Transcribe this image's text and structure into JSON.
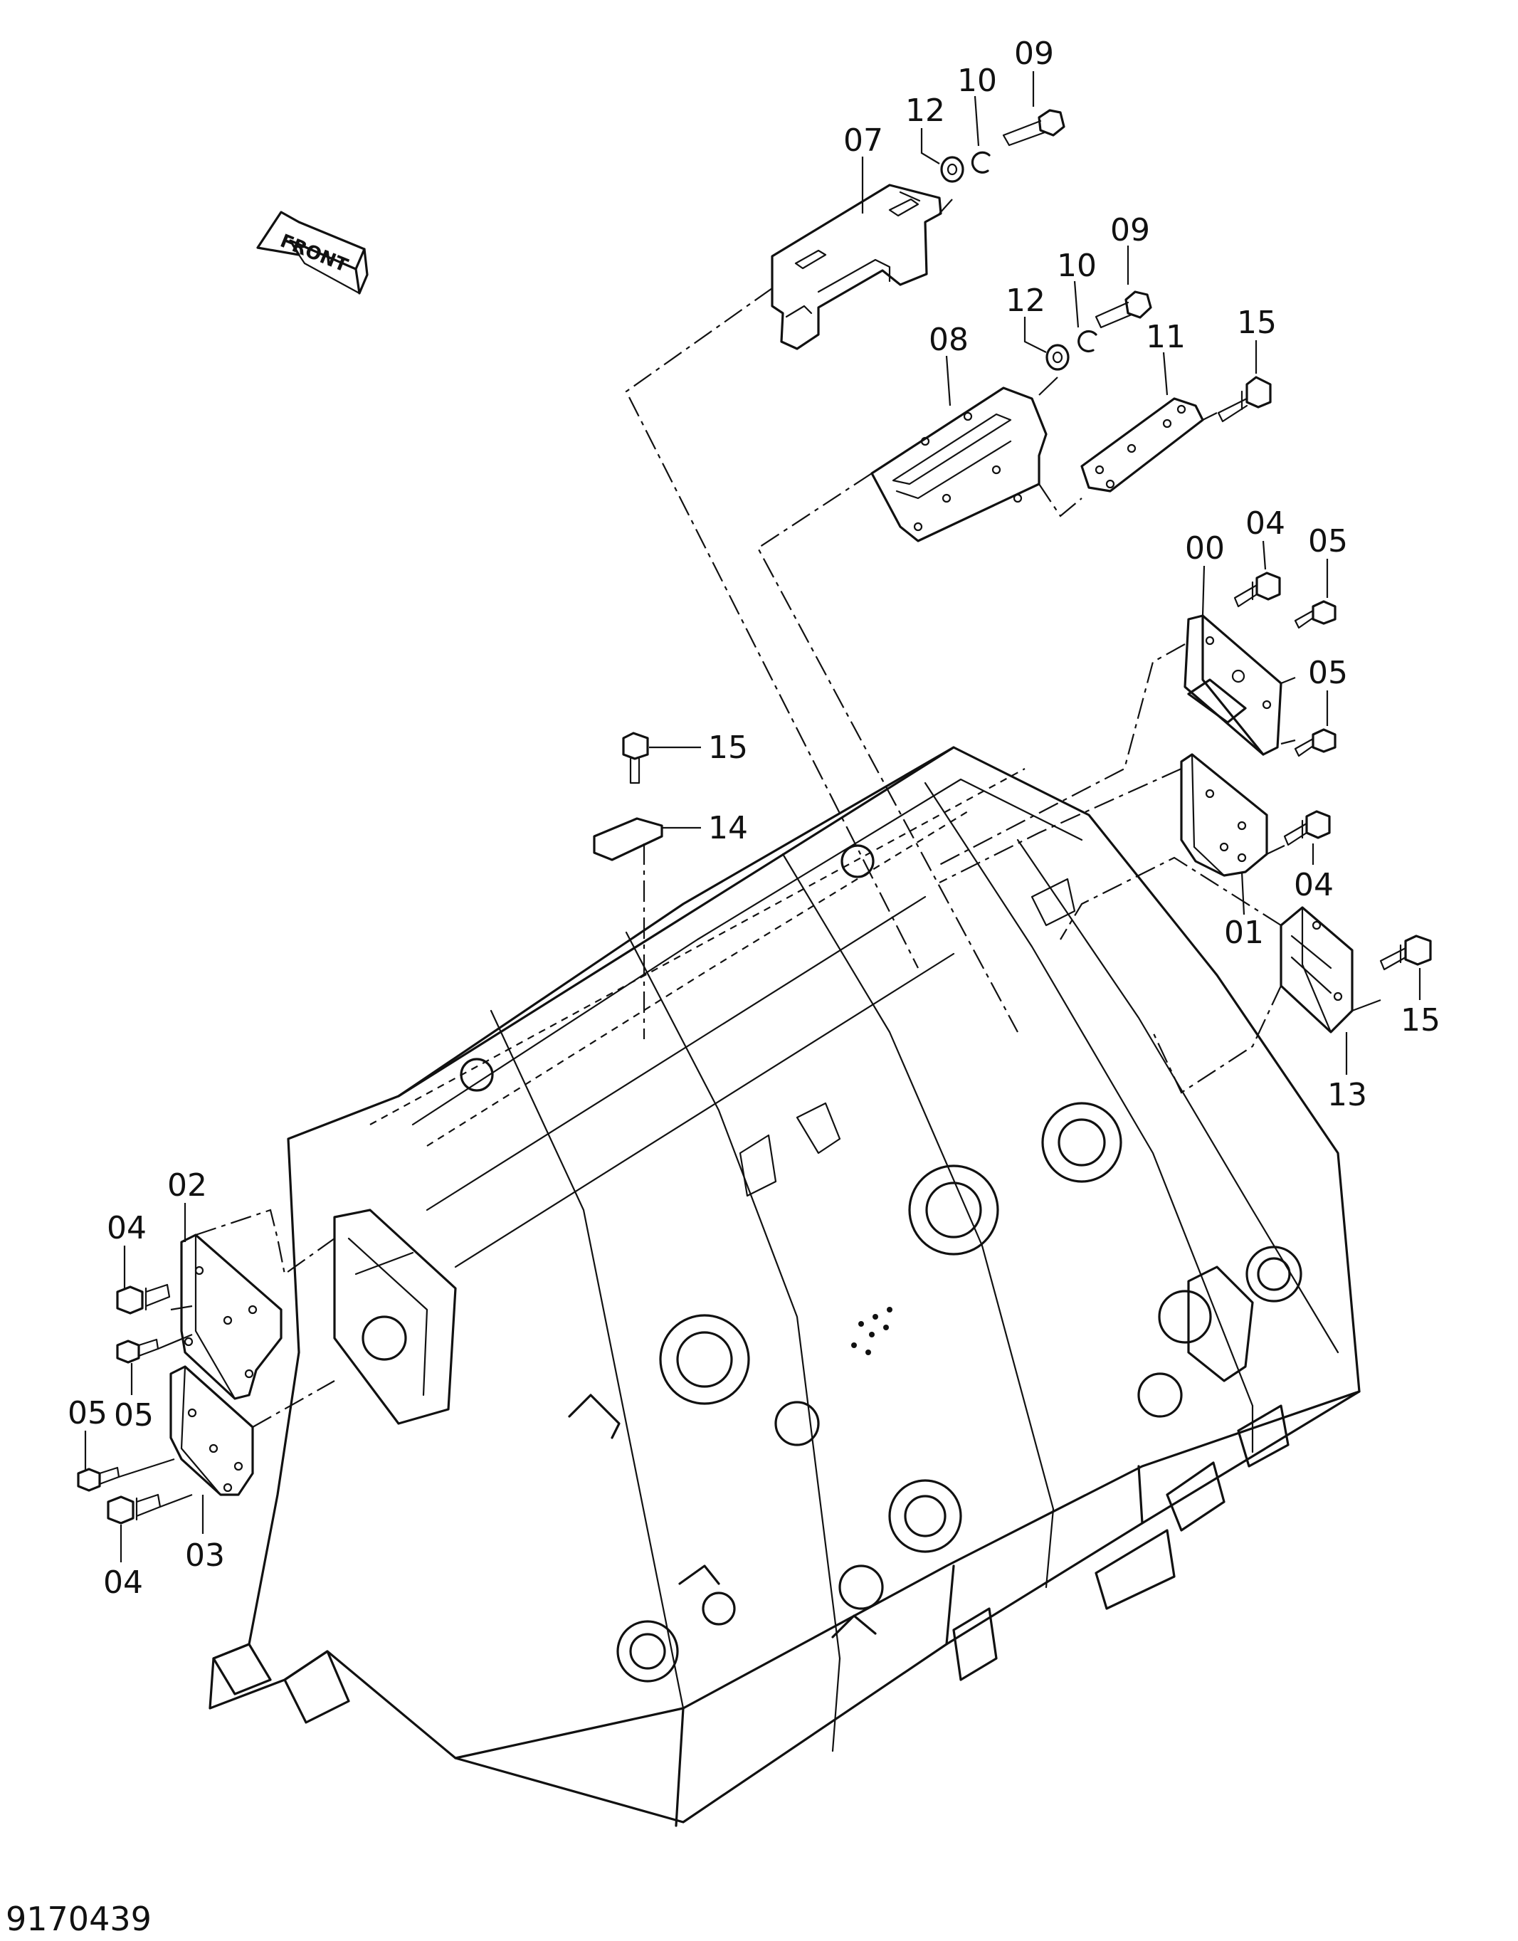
{
  "figure_number": "9170439",
  "front_label": "FRONT",
  "callouts": [
    {
      "id": "c-09a",
      "text": "09"
    },
    {
      "id": "c-10a",
      "text": "10"
    },
    {
      "id": "c-12a",
      "text": "12"
    },
    {
      "id": "c-07",
      "text": "07"
    },
    {
      "id": "c-09b",
      "text": "09"
    },
    {
      "id": "c-10b",
      "text": "10"
    },
    {
      "id": "c-12b",
      "text": "12"
    },
    {
      "id": "c-08",
      "text": "08"
    },
    {
      "id": "c-11",
      "text": "11"
    },
    {
      "id": "c-15a",
      "text": "15"
    },
    {
      "id": "c-04a",
      "text": "04"
    },
    {
      "id": "c-00",
      "text": "00"
    },
    {
      "id": "c-05a",
      "text": "05"
    },
    {
      "id": "c-05b",
      "text": "05"
    },
    {
      "id": "c-04b",
      "text": "04"
    },
    {
      "id": "c-01",
      "text": "01"
    },
    {
      "id": "c-15b",
      "text": "15"
    },
    {
      "id": "c-14",
      "text": "14"
    },
    {
      "id": "c-13",
      "text": "13"
    },
    {
      "id": "c-15c",
      "text": "15"
    },
    {
      "id": "c-04c",
      "text": "04"
    },
    {
      "id": "c-02",
      "text": "02"
    },
    {
      "id": "c-05c",
      "text": "05"
    },
    {
      "id": "c-05d",
      "text": "05"
    },
    {
      "id": "c-03",
      "text": "03"
    },
    {
      "id": "c-04d",
      "text": "04"
    }
  ]
}
